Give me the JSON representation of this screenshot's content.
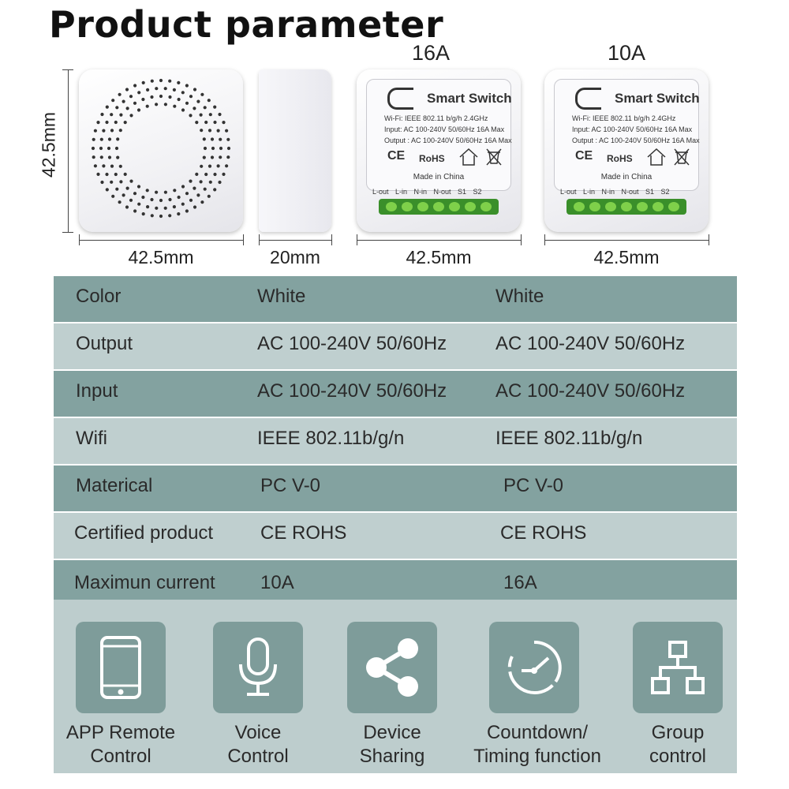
{
  "title": "Product parameter",
  "variants": [
    "16A",
    "10A"
  ],
  "dimensions": {
    "height": "42.5mm",
    "front_width": "42.5mm",
    "side_width": "20mm",
    "back1_width": "42.5mm",
    "back2_width": "42.5mm"
  },
  "device_label": {
    "brand": "Smart Switch",
    "lines": [
      "Wi-Fi: IEEE 802.11 b/g/h  2.4GHz",
      "Input: AC 100-240V  50/60Hz 16A Max",
      "Output : AC 100-240V  50/60Hz 16A Max"
    ],
    "ce": "CE",
    "rohs": "RoHS",
    "made_in": "Made in China",
    "pins": "L-out L-in N-in N-out S1 S2"
  },
  "table": {
    "rows": [
      {
        "label": "Color",
        "a": "White",
        "b": "White"
      },
      {
        "label": "Output",
        "a": "AC 100-240V  50/60Hz",
        "b": "AC 100-240V  50/60Hz"
      },
      {
        "label": "Input",
        "a": "AC 100-240V  50/60Hz",
        "b": "AC 100-240V  50/60Hz"
      },
      {
        "label": "Wifi",
        "a": "IEEE 802.11b/g/n",
        "b": "IEEE 802.11b/g/n"
      },
      {
        "label": "Materical",
        "a": "PC  V-0",
        "b": "PC  V-0"
      },
      {
        "label": "Certified product",
        "a": "CE ROHS",
        "b": "CE ROHS"
      },
      {
        "label": "Maximun current",
        "a": "10A",
        "b": "16A"
      }
    ]
  },
  "features": [
    {
      "icon": "smartphone-icon",
      "line1": "APP Remote",
      "line2": "Control"
    },
    {
      "icon": "microphone-icon",
      "line1": "Voice",
      "line2": "Control"
    },
    {
      "icon": "share-icon",
      "line1": "Device",
      "line2": "Sharing"
    },
    {
      "icon": "timer-icon",
      "line1": "Countdown/",
      "line2": "Timing function"
    },
    {
      "icon": "network-icon",
      "line1": "Group",
      "line2": "control"
    }
  ],
  "colors": {
    "row_dark": "#83a2a0",
    "row_light": "#bfcfcf",
    "icon_bg": "#7e9c9a",
    "terminal": "#3a8f2a"
  }
}
